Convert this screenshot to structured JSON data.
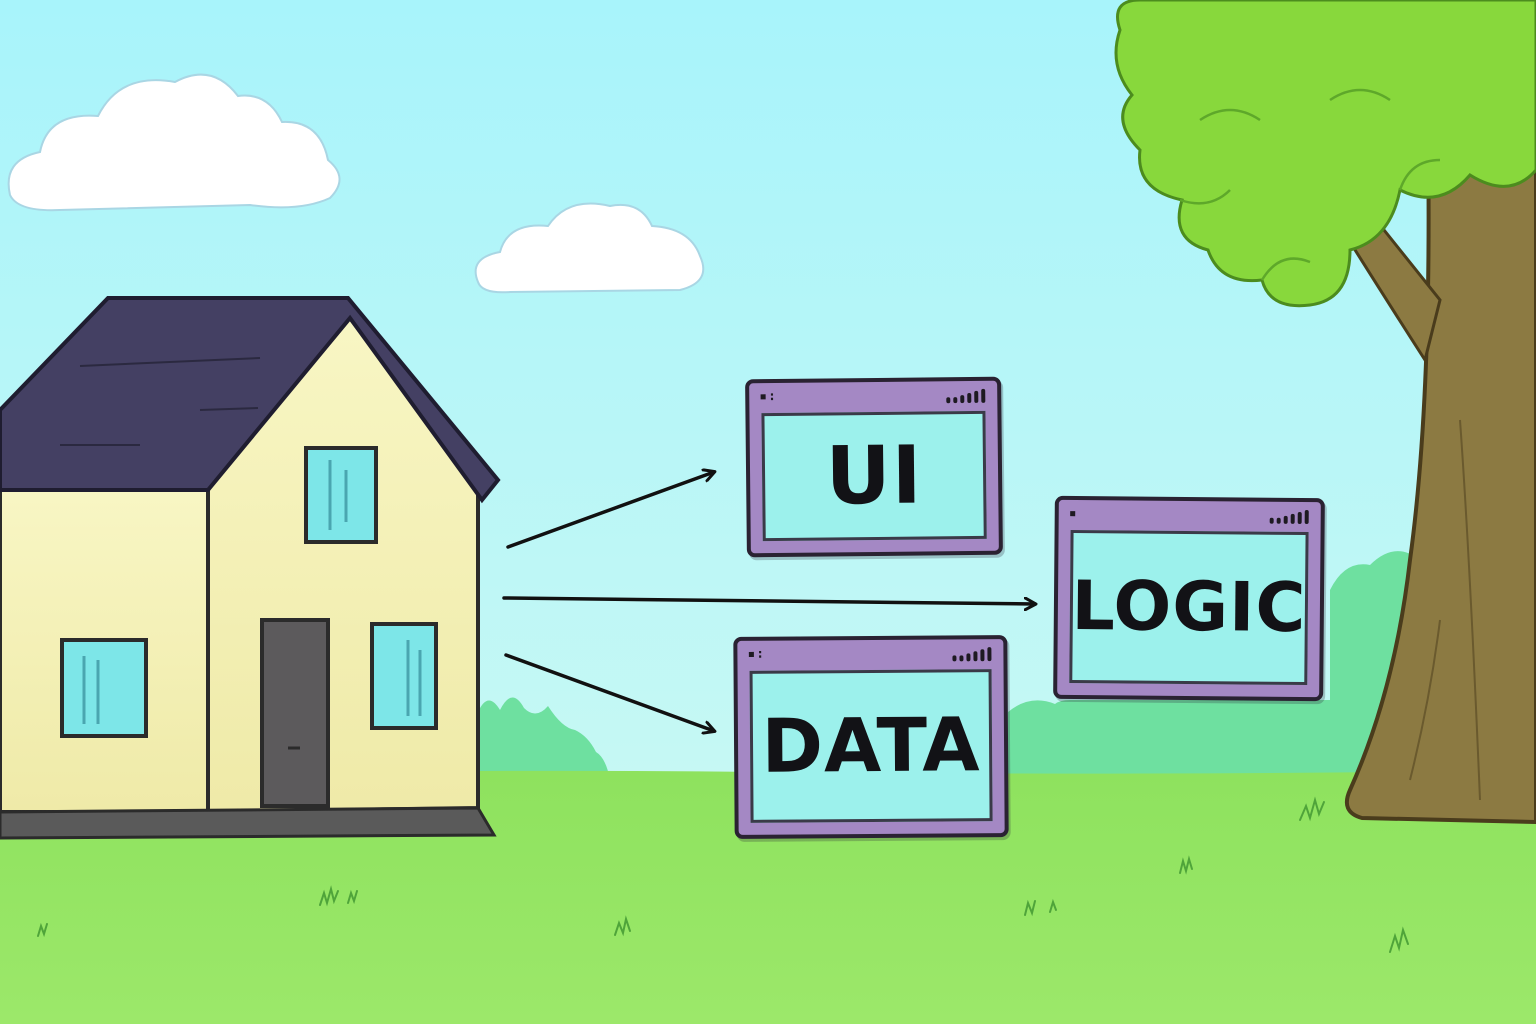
{
  "diagram": {
    "nodes": [
      {
        "id": "ui",
        "label": "UI"
      },
      {
        "id": "logic",
        "label": "LOGIC"
      },
      {
        "id": "data",
        "label": "DATA"
      }
    ],
    "edges": [
      {
        "from": "house",
        "to": "ui"
      },
      {
        "from": "house",
        "to": "logic"
      },
      {
        "from": "house",
        "to": "data"
      }
    ]
  },
  "icons": {
    "window_controls": "signal-bars-icon",
    "source": "house-icon"
  },
  "colors": {
    "sky_top": "#a8f4fb",
    "sky_bottom": "#bff7f7",
    "grass": "#92e264",
    "house_wall": "#f7f4bf",
    "house_roof": "#444063",
    "window_frame": "#a488c4",
    "window_screen": "#9cf1ec",
    "tree_leaves": "#88d83c",
    "tree_trunk": "#8c7a42"
  }
}
